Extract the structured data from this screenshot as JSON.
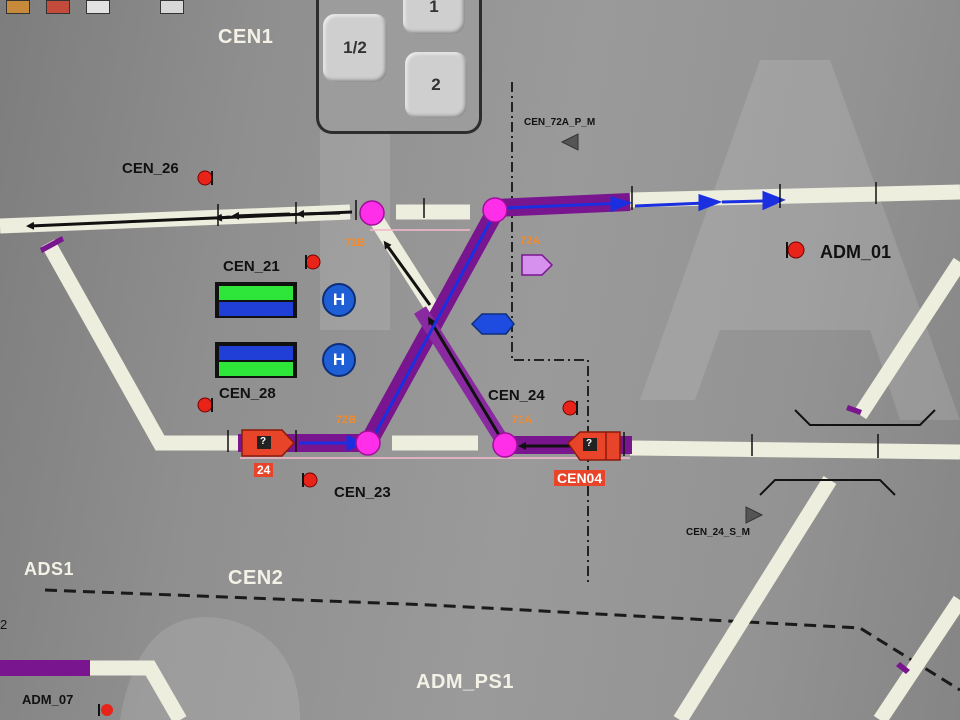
{
  "toolbar": {
    "icons": [
      "users-icon",
      "door-icon",
      "window-icon",
      "alarm-icon"
    ]
  },
  "control_panel": {
    "btn_top": "1",
    "btn_half": "1/2",
    "btn_two": "2"
  },
  "stations": {
    "cen1": "CEN1",
    "cen2": "CEN2",
    "ads1": "ADS1",
    "adm_ps1": "ADM_PS1"
  },
  "signals": {
    "cen_26": "CEN_26",
    "cen_21": "CEN_21",
    "cen_28": "CEN_28",
    "cen_23": "CEN_23",
    "cen_24": "CEN_24",
    "adm_01": "ADM_01",
    "adm_07": "ADM_07",
    "cen_72a_p_m": "CEN_72A_P_M",
    "cen_24_s_m": "CEN_24_S_M"
  },
  "switches": {
    "s71b": "71B",
    "s72a": "72A",
    "s72b": "72B",
    "s71a": "71A"
  },
  "trains": {
    "t24": "24",
    "cen04": "CEN04",
    "unknown": "?"
  },
  "hold_buttons": {
    "h1": "H",
    "h2": "H"
  },
  "edge_marker": "2",
  "colors": {
    "track": "#eeeede",
    "route": "#7a1590",
    "route_light": "#b04ac0",
    "arrow_blue": "#1a2fe0",
    "switch_node": "#ff2ee8",
    "signal_red": "#e8241a",
    "train": "#e8442a",
    "hold": "#1f5fd6",
    "green": "#2ee63a"
  }
}
